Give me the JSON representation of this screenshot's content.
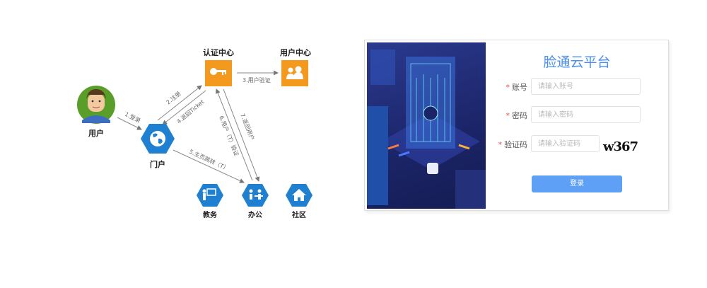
{
  "diagram": {
    "nodes": {
      "user": "用户",
      "portal": "门户",
      "auth_center": "认证中心",
      "user_center": "用户中心",
      "academic": "教务",
      "office": "办公",
      "community": "社区"
    },
    "edges": {
      "e1": "1.登录",
      "e2": "2.注册",
      "e3": "3.用户验证",
      "e4": "4.返回Ticket",
      "e5": "5.主页跳转（T）",
      "e6": "6.用户（T）验证",
      "e7": "7.返回用户"
    },
    "colors": {
      "orange": "#f39a1e",
      "blue": "#1f7fd0",
      "green": "#5a9e2a",
      "arrow": "#777777"
    }
  },
  "login": {
    "title": "脸通云平台",
    "fields": [
      {
        "label": "账号",
        "placeholder": "请输入账号"
      },
      {
        "label": "密码",
        "placeholder": "请输入密码"
      },
      {
        "label": "验证码",
        "placeholder": "请输入验证码"
      }
    ],
    "required_mark": "*",
    "captcha": "w367",
    "submit": "登录",
    "accent": "#4a8ff0"
  }
}
